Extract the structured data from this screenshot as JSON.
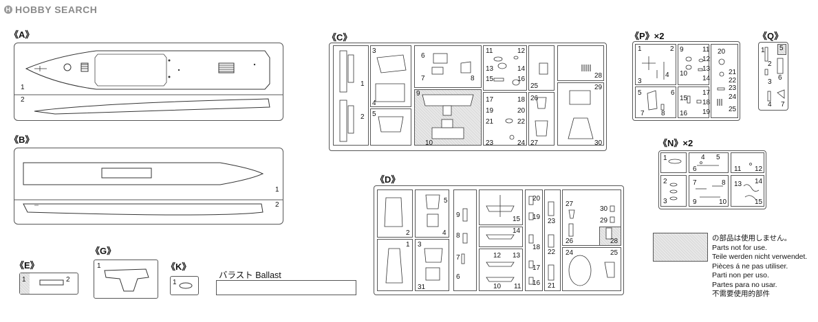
{
  "header": {
    "logo_text": "HOBBY SEARCH"
  },
  "sprues": {
    "A": {
      "label": "《A》",
      "parts": [
        "1",
        "2"
      ]
    },
    "B": {
      "label": "《B》",
      "parts": [
        "1",
        "2"
      ]
    },
    "C": {
      "label": "《C》",
      "parts": [
        "1",
        "2",
        "3",
        "4",
        "5",
        "6",
        "7",
        "8",
        "9",
        "10",
        "11",
        "12",
        "13",
        "14",
        "15",
        "16",
        "17",
        "18",
        "19",
        "20",
        "21",
        "22",
        "23",
        "24",
        "25",
        "26",
        "27",
        "28",
        "29",
        "30"
      ]
    },
    "D": {
      "label": "《D》",
      "parts": [
        "1",
        "2",
        "3",
        "4",
        "5",
        "6",
        "7",
        "8",
        "9",
        "10",
        "11",
        "12",
        "13",
        "14",
        "15",
        "16",
        "17",
        "18",
        "19",
        "20",
        "21",
        "22",
        "23",
        "24",
        "25",
        "26",
        "27",
        "28",
        "29",
        "30",
        "31"
      ]
    },
    "E": {
      "label": "《E》",
      "parts": [
        "1",
        "2"
      ]
    },
    "G": {
      "label": "《G》",
      "parts": [
        "1"
      ]
    },
    "K": {
      "label": "《K》",
      "parts": [
        "1"
      ]
    },
    "P": {
      "label": "《P》×2",
      "parts": [
        "1",
        "2",
        "3",
        "4",
        "5",
        "6",
        "7",
        "8",
        "9",
        "10",
        "11",
        "12",
        "13",
        "14",
        "15",
        "16",
        "17",
        "18",
        "19",
        "20",
        "21",
        "22",
        "23",
        "24",
        "25"
      ]
    },
    "Q": {
      "label": "《Q》",
      "parts": [
        "1",
        "2",
        "3",
        "4",
        "5",
        "6",
        "7"
      ]
    },
    "N": {
      "label": "《N》×2",
      "parts": [
        "1",
        "2",
        "3",
        "4",
        "5",
        "6",
        "7",
        "8",
        "9",
        "10",
        "11",
        "12",
        "13",
        "14",
        "15"
      ]
    }
  },
  "ballast": {
    "label": "バラスト Ballast"
  },
  "legend": {
    "lines": [
      "の部品は使用しません。",
      "Parts not for use.",
      "Teile werden nicht verwendet.",
      "Pièces á ne pas utiliser.",
      "Parti non per uso.",
      "Partes para no usar.",
      "不需要使用的部件"
    ]
  }
}
